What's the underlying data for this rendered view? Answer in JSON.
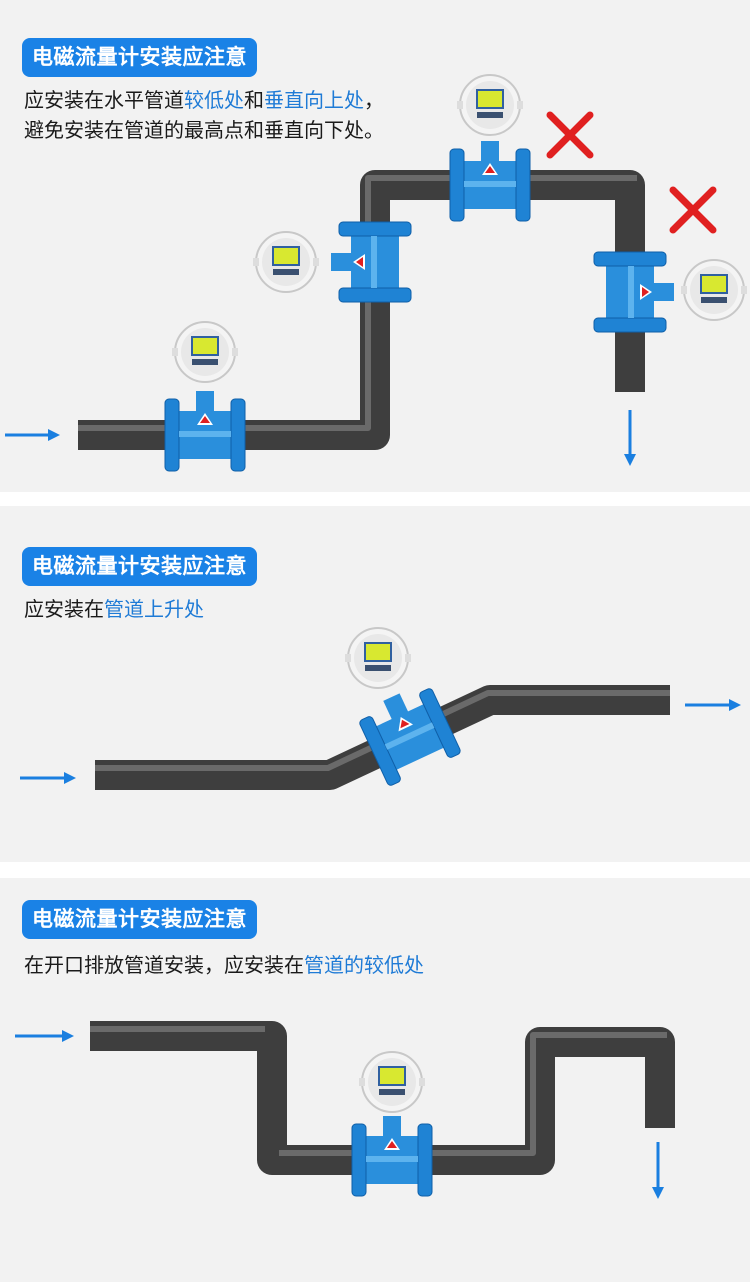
{
  "colors": {
    "accent": "#1a82e6",
    "pipe": "#5a5a5a",
    "meter": "#2a8fdc",
    "cross": "#e02020",
    "arrow": "#1a7fe0",
    "panel": "#f2f2f2"
  },
  "panels": [
    {
      "badge": "电磁流量计安装应注意",
      "desc_parts": [
        {
          "text": "应安装在水平管道"
        },
        {
          "text": "较低处",
          "highlight": true
        },
        {
          "text": "和"
        },
        {
          "text": "垂直向上处",
          "highlight": true
        },
        {
          "text": "，避免安装在管道的最高点和垂直向下处。"
        }
      ]
    },
    {
      "badge": "电磁流量计安装应注意",
      "desc_parts": [
        {
          "text": "应安装在"
        },
        {
          "text": "管道上升处",
          "highlight": true
        }
      ]
    },
    {
      "badge": "电磁流量计安装应注意",
      "desc_parts": [
        {
          "text": "在开口排放管道安装，应安装在"
        },
        {
          "text": "管道的较低处",
          "highlight": true
        }
      ]
    }
  ],
  "icons": [
    "flow-arrow-icon",
    "wrong-cross-icon",
    "flowmeter-icon"
  ]
}
